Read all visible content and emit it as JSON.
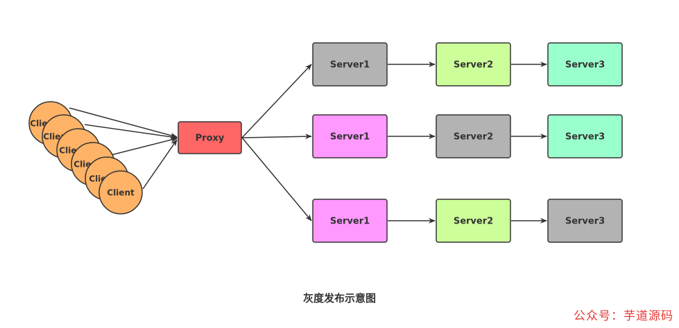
{
  "diagram": {
    "caption": "灰度发布示意图",
    "watermark": "公众号：芋道源码",
    "colors": {
      "client": "#FFB366",
      "proxy": "#FF6666",
      "gray": "#B3B3B3",
      "pink": "#FF99FF",
      "lime": "#CCFF99",
      "mint": "#99FFCC",
      "stroke": "#333333"
    },
    "clients": [
      {
        "label": "Client"
      },
      {
        "label": "Client"
      },
      {
        "label": "Client"
      },
      {
        "label": "Client"
      },
      {
        "label": "Client"
      },
      {
        "label": "Client"
      }
    ],
    "proxy": {
      "label": "Proxy"
    },
    "rows": [
      {
        "servers": [
          {
            "label": "Server1",
            "color": "gray"
          },
          {
            "label": "Server2",
            "color": "lime"
          },
          {
            "label": "Server3",
            "color": "mint"
          }
        ]
      },
      {
        "servers": [
          {
            "label": "Server1",
            "color": "pink"
          },
          {
            "label": "Server2",
            "color": "gray"
          },
          {
            "label": "Server3",
            "color": "mint"
          }
        ]
      },
      {
        "servers": [
          {
            "label": "Server1",
            "color": "pink"
          },
          {
            "label": "Server2",
            "color": "lime"
          },
          {
            "label": "Server3",
            "color": "gray"
          }
        ]
      }
    ]
  }
}
